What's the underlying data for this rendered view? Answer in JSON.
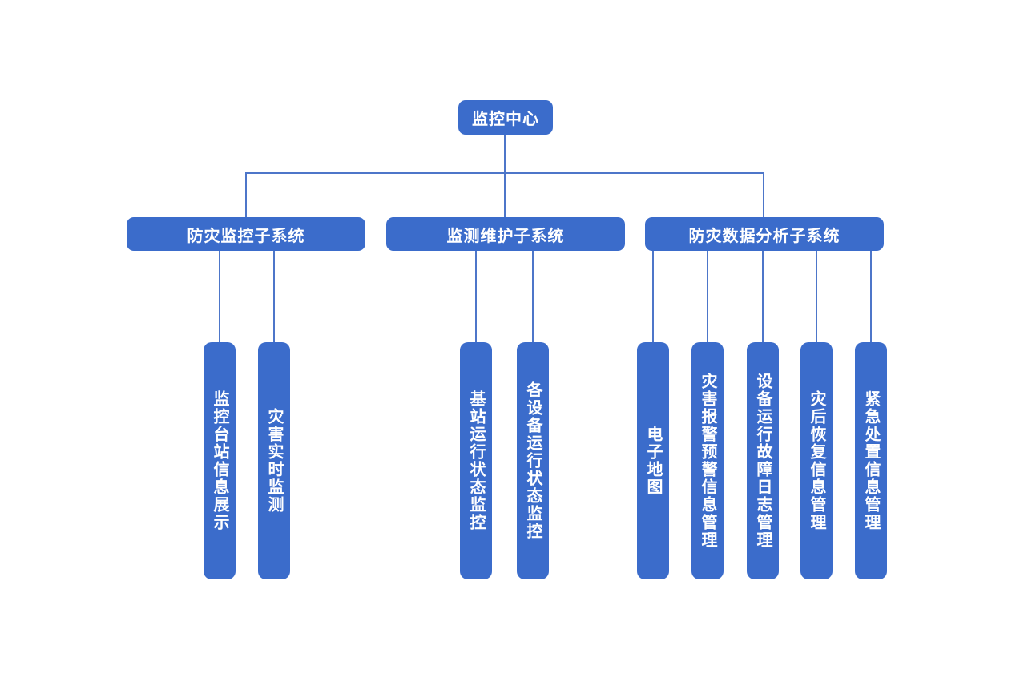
{
  "diagram": {
    "type": "org-chart",
    "colors": {
      "node_fill": "#3b6ccb",
      "node_text": "#ffffff",
      "connector": "#4d76c9",
      "background": "#ffffff"
    },
    "root": {
      "label": "监控中心"
    },
    "subsystems": [
      {
        "label": "防灾监控子系统",
        "children": [
          {
            "label": "监控台站信息展示"
          },
          {
            "label": "灾害实时监测"
          }
        ]
      },
      {
        "label": "监测维护子系统",
        "children": [
          {
            "label": "基站运行状态监控"
          },
          {
            "label": "各设备运行状态监控"
          }
        ]
      },
      {
        "label": "防灾数据分析子系统",
        "children": [
          {
            "label": "电子地图"
          },
          {
            "label": "灾害报警预警信息管理"
          },
          {
            "label": "设备运行故障日志管理"
          },
          {
            "label": "灾后恢复信息管理"
          },
          {
            "label": "紧急处置信息管理"
          }
        ]
      }
    ]
  }
}
